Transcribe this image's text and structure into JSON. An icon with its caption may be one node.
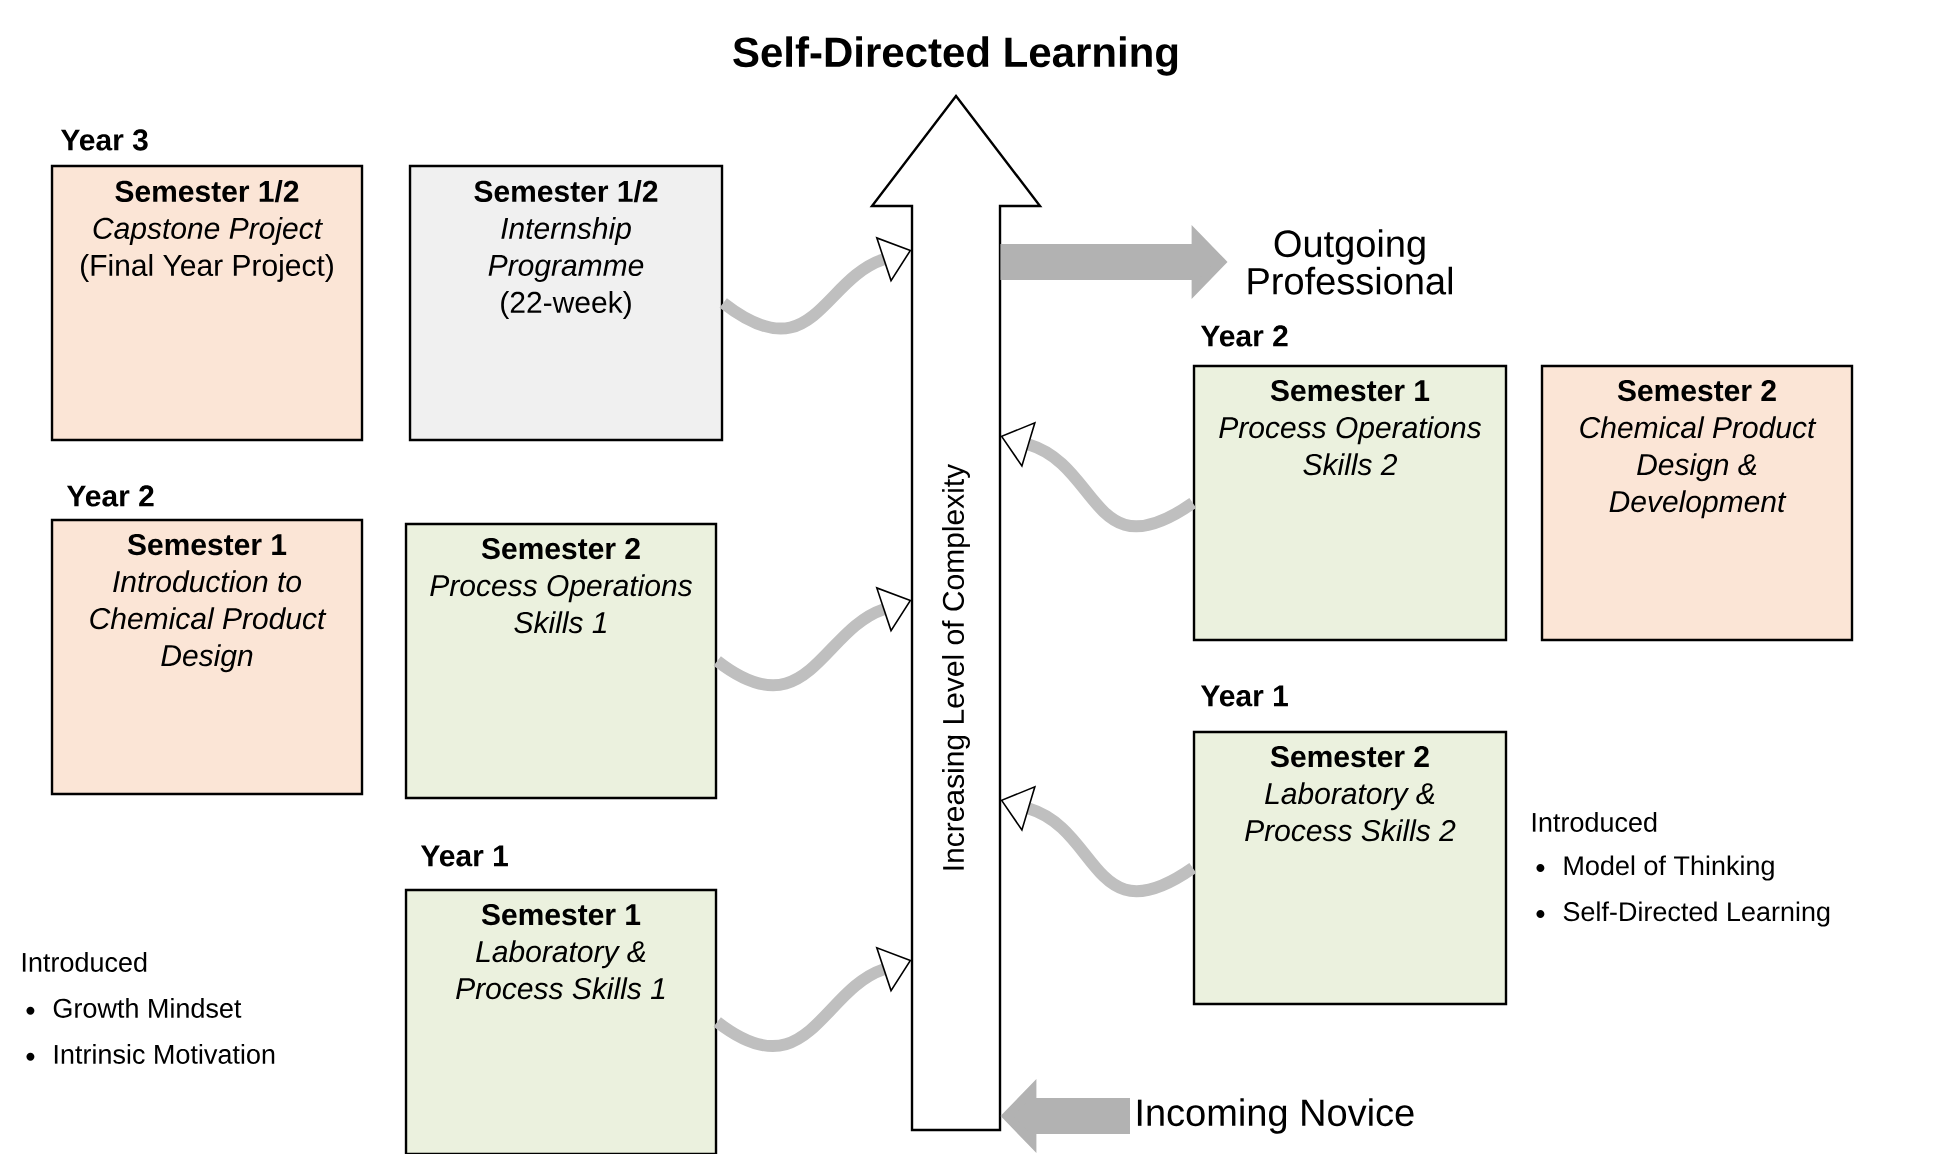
{
  "diagram": {
    "title": "Self-Directed Learning",
    "nodes": [
      {
        "text": [
          "Semester 1/2",
          "*Capstone Project* (Final Year Project)"
        ],
        "beside": [
          "Year 3"
        ]
      },
      {
        "text": [
          "Semester 1/2",
          "*Internship Programme* (22-week)"
        ]
      },
      {
        "text": [
          "Semester 1",
          "Introduction to Chemical Product Design"
        ],
        "beside": [
          "Year 2"
        ]
      },
      {
        "text": [
          "Semester 2",
          "Process Operations Skills 1"
        ]
      },
      {
        "text": [
          "Semester 1",
          "Laboratory & Process Skills 1"
        ],
        "beside": [
          "Year 1"
        ]
      },
      {
        "text": [
          "Semester 2",
          "Laboratory & Process Skills 2"
        ],
        "beside": [
          "Year 1"
        ]
      },
      {
        "text": [
          "Semester 1",
          "Process Operations Skills 2"
        ],
        "beside": [
          "Year 2"
        ]
      },
      {
        "text": [
          "Semester 2",
          "Chemical Product Design & Development"
        ]
      },
      {
        "text": [
          "Increasing Level of Complexity"
        ]
      },
      {
        "text": [
          "Incoming Novice"
        ]
      },
      {
        "text": [
          "Outgoing Professional"
        ]
      }
    ],
    "edges": [
      {
        "from": 4,
        "to": 8,
        "arrow": "to"
      },
      {
        "from": 3,
        "to": 8,
        "arrow": "to"
      },
      {
        "from": 1,
        "to": 8,
        "arrow": "to"
      },
      {
        "from": 5,
        "to": 8,
        "arrow": "to"
      },
      {
        "from": 6,
        "to": 8,
        "arrow": "to"
      },
      {
        "from": 9,
        "to": 8,
        "arrow": "to",
        "style": "thick"
      },
      {
        "from": 8,
        "to": 10,
        "arrow": "to",
        "style": "thick"
      }
    ],
    "labels": [
      "Introduced",
      "Model of Thinking",
      "Self-Directed Learning",
      "Introduced",
      "Growth Mindset",
      "Intrinsic Motivation"
    ]
  }
}
